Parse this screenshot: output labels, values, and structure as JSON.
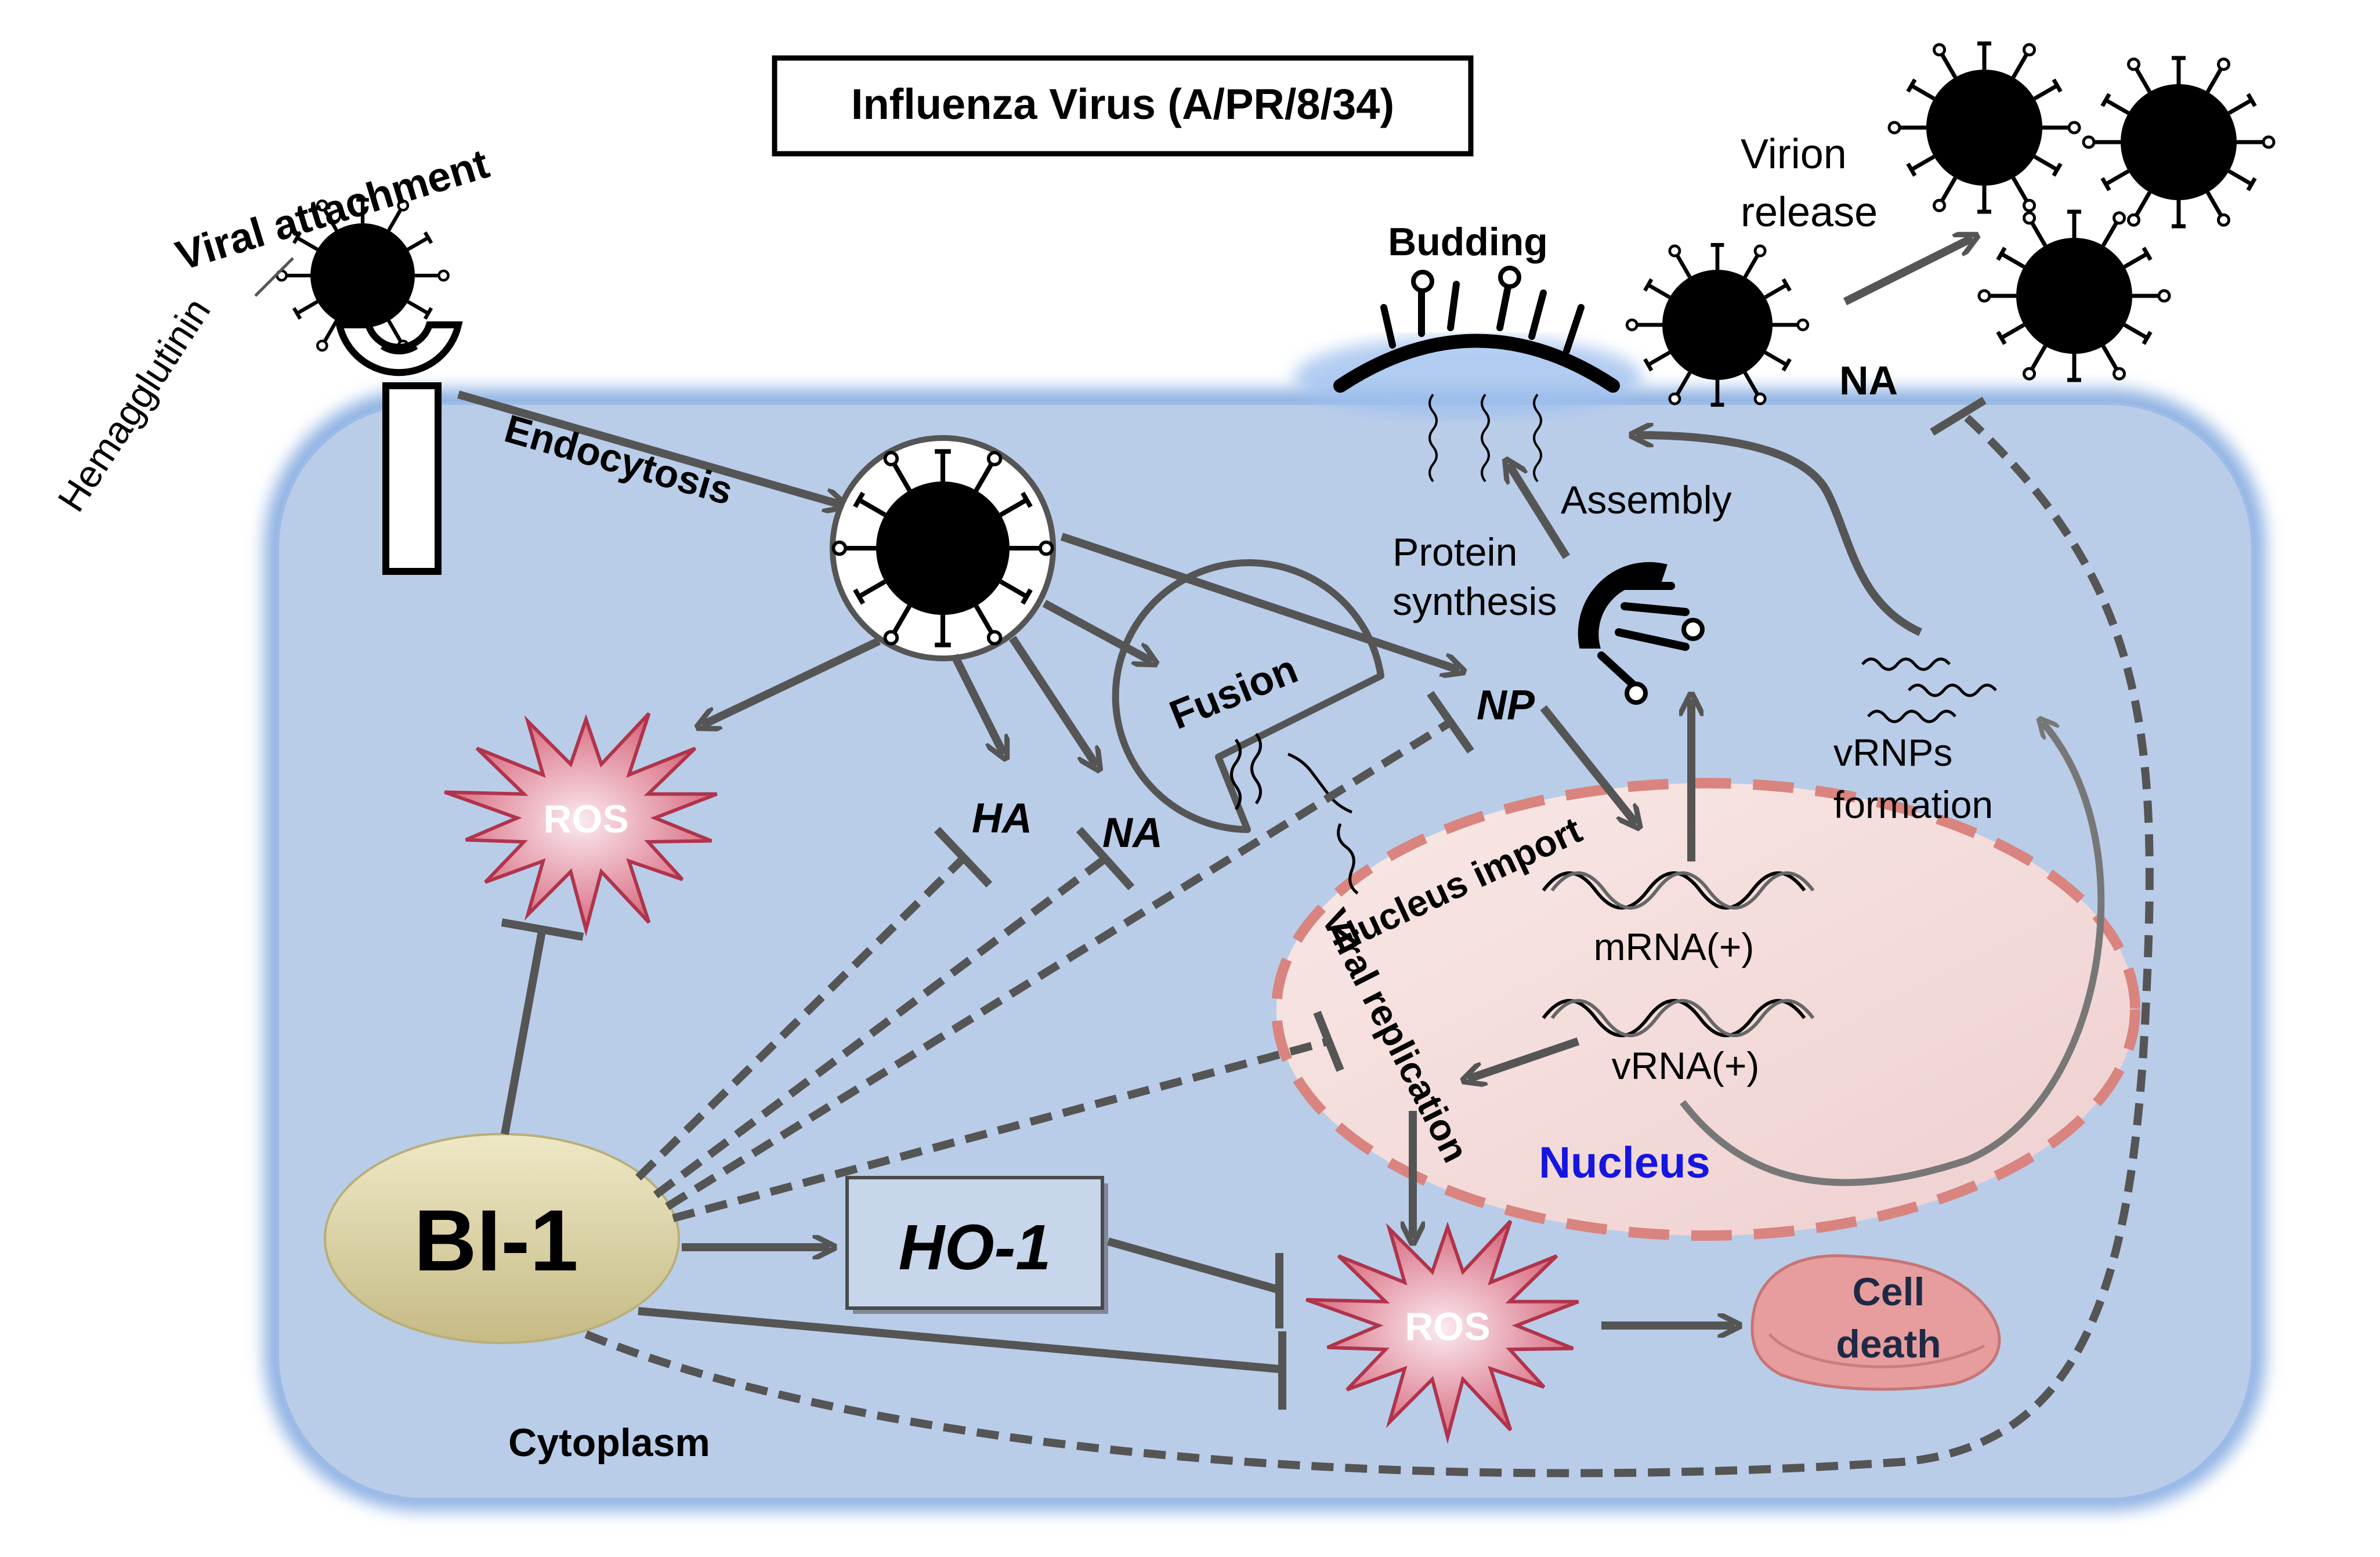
{
  "title": "Influenza Virus (A/PR/8/34)",
  "labels": {
    "viral_attachment": "Viral attachment",
    "hemagglutinin": "Hemagglutinin",
    "endocytosis": "Endocytosis",
    "fusion": "Fusion",
    "ha": "HA",
    "na_inner": "NA",
    "np": "NP",
    "budding": "Budding",
    "virion_release_1": "Virion",
    "virion_release_2": "release",
    "na_outer": "NA",
    "assembly": "Assembly",
    "protein_synthesis_1": "Protein",
    "protein_synthesis_2": "synthesis",
    "vrnps_1": "vRNPs",
    "vrnps_2": "formation",
    "nucleus_import": "Nucleus import",
    "viral_replication": "Viral replication",
    "mrna": "mRNA(+)",
    "vrna": "vRNA(+)",
    "nucleus": "Nucleus",
    "ros_top": "ROS",
    "ros_bottom": "ROS",
    "bi1": "BI-1",
    "ho1": "HO-1",
    "cell_death_1": "Cell",
    "cell_death_2": "death",
    "cytoplasm": "Cytoplasm"
  },
  "colors": {
    "cell_fill": "#b9cde9",
    "cell_edge": "#7da6dc",
    "nucleus_fill": "#f4dcdc",
    "nucleus_edge": "#d9847f",
    "arrow": "#555555",
    "ros_fill": "#e9a5b0",
    "bi1_fill": "#dcd2a3",
    "ho1_fill": "#c7d6ea",
    "cell_death_fill": "#e79d9d",
    "nucleus_text": "#1515e0"
  }
}
